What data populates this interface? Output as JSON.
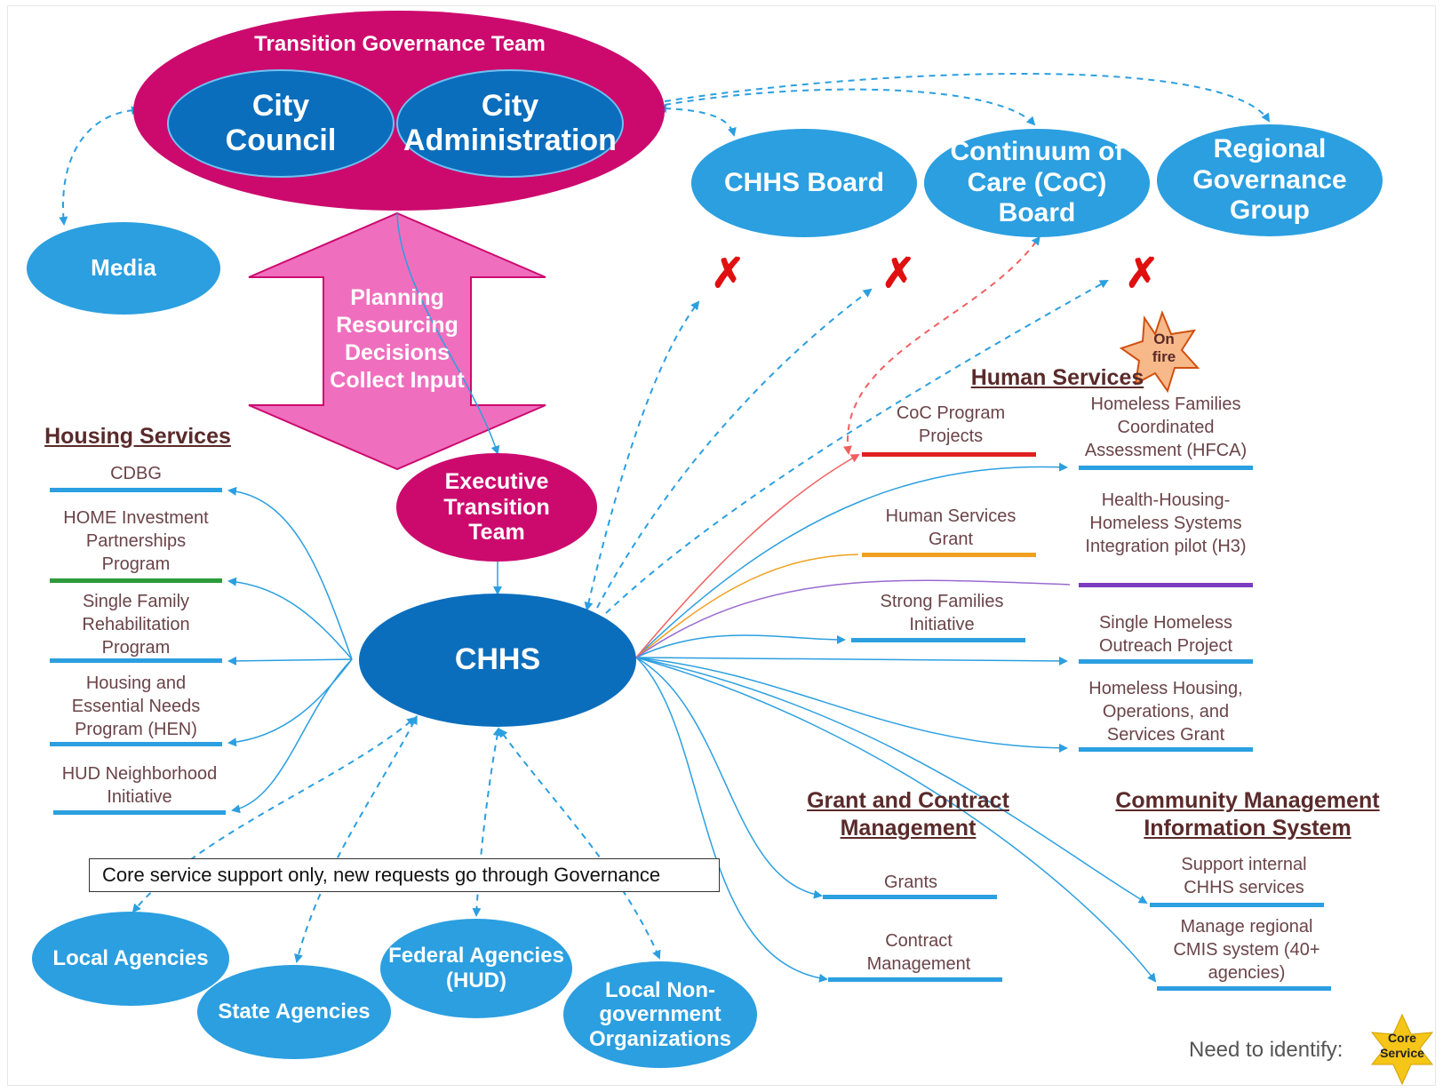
{
  "governance": {
    "title": "Transition Governance Team",
    "city_council": "City Council",
    "city_administration": "City Administration"
  },
  "nodes": {
    "media": "Media",
    "chhs_board": "CHHS Board",
    "coc_board": "Continuum of Care (CoC) Board",
    "regional": "Regional Governance Group",
    "executive": "Executive Transition Team",
    "chhs": "CHHS",
    "local_agencies": "Local Agencies",
    "state_agencies": "State Agencies",
    "federal_agencies": "Federal Agencies (HUD)",
    "local_ngo": "Local Non-government Organizations"
  },
  "arrow_text": [
    "Planning",
    "Resourcing",
    "Decisions",
    "Collect Input"
  ],
  "housing": {
    "heading": "Housing Services",
    "items": [
      {
        "label": "CDBG",
        "color": "#2b9fe0"
      },
      {
        "label": "HOME Investment Partnerships Program",
        "color": "#2e9a3a"
      },
      {
        "label": "Single Family Rehabilitation Program",
        "color": "#2b9fe0"
      },
      {
        "label": "Housing and Essential Needs Program (HEN)",
        "color": "#2b9fe0"
      },
      {
        "label": "HUD Neighborhood Initiative",
        "color": "#2b9fe0"
      }
    ]
  },
  "human": {
    "heading": "Human Services",
    "badge": "On fire",
    "left_items": [
      {
        "label": "CoC Program Projects",
        "color": "#e02020"
      },
      {
        "label": "Human Services Grant",
        "color": "#f0a020"
      },
      {
        "label": "Strong Families Initiative",
        "color": "#2b9fe0"
      }
    ],
    "right_items": [
      {
        "label": "Homeless Families Coordinated Assessment (HFCA)",
        "color": "#2b9fe0"
      },
      {
        "label": "Health-Housing-Homeless Systems Integration pilot (H3)",
        "color": "#7a3cc0"
      },
      {
        "label": "Single Homeless Outreach Project",
        "color": "#2b9fe0"
      },
      {
        "label": "Homeless Housing, Operations, and Services Grant",
        "color": "#2b9fe0"
      }
    ]
  },
  "grant": {
    "heading": "Grant and Contract Management",
    "items": [
      {
        "label": "Grants",
        "color": "#2b9fe0"
      },
      {
        "label": "Contract Management",
        "color": "#2b9fe0"
      }
    ]
  },
  "cmis": {
    "heading": "Community Management Information System",
    "items": [
      {
        "label": "Support internal CHHS services",
        "color": "#2b9fe0"
      },
      {
        "label": "Manage regional CMIS system (40+ agencies)",
        "color": "#2b9fe0"
      }
    ]
  },
  "note": "Core service support only, new requests go through Governance",
  "legend": {
    "text": "Need to identify:",
    "badge": "Core Service"
  },
  "x_mark": "✗"
}
